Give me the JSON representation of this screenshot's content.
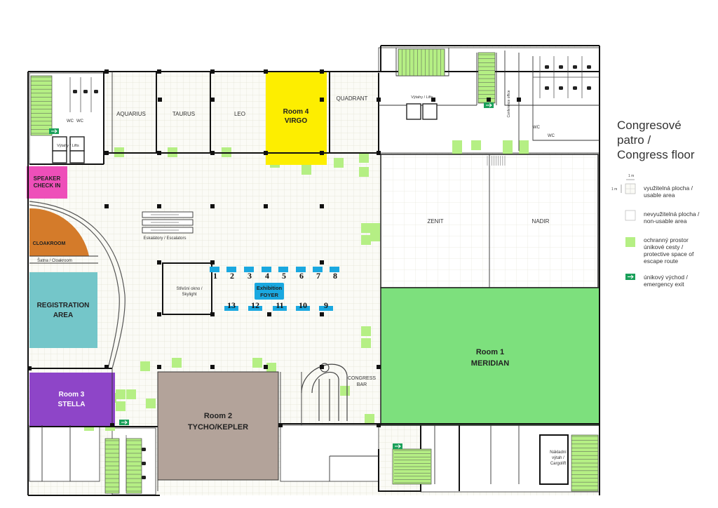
{
  "title": {
    "line1": "Congresové",
    "line2": "patro /",
    "line3": "Congress floor"
  },
  "legend": {
    "scale": "1 m",
    "items": [
      {
        "label1": "využitelná plocha /",
        "label2": "usable area"
      },
      {
        "label1": "nevyužitelná plocha /",
        "label2": "non-usable area"
      },
      {
        "label1": "ochranný prostor",
        "label2": "únikové cesty /",
        "label3": "protective space of",
        "label4": "escape route"
      },
      {
        "label1": "únikový východ /",
        "label2": "emergency exit"
      }
    ]
  },
  "colors": {
    "room4": "#fdee00",
    "room1": "#7de07d",
    "room2": "#b3a39a",
    "room3": "#8e45c8",
    "registration": "#74c6c9",
    "speaker": "#ee4fb9",
    "cloakroom": "#d47b2a",
    "booth": "#1aa8e0",
    "escape": "#b5ef84",
    "exit": "#1aa05a",
    "wall": "#111111",
    "grid": "#e4e4d8"
  },
  "rooms": {
    "aquarius": "AQUARIUS",
    "taurus": "TAURUS",
    "leo": "LEO",
    "quadrant": "QUADRANT",
    "room4_line1": "Room 4",
    "room4_line2": "VIRGO",
    "zenit": "ZENIT",
    "nadir": "NADIR",
    "room1_line1": "Room 1",
    "room1_line2": "MERIDIAN",
    "room2_line1": "Room 2",
    "room2_line2": "TYCHO/KEPLER",
    "room3_line1": "Room 3",
    "room3_line2": "STELLA",
    "registration_line1": "REGISTRATION",
    "registration_line2": "AREA",
    "speaker_line1": "SPEAKER",
    "speaker_line2": "CHECK IN",
    "cloakroom": "CLOAKROOM",
    "satna": "Šatna / Cloakroom",
    "escalators": "Eskalátory / Escalators",
    "skylight_line1": "Střešní okno /",
    "skylight_line2": "Skylight",
    "exhibition_line1": "Exhibition",
    "exhibition_line2": "FOYER",
    "congress_line1": "CONGRESS",
    "congress_line2": "BAR",
    "lifts_left": "Výtahy / Lifts",
    "lifts_right": "Výtahy / Lifts",
    "wc_left": "WC",
    "wc_left2": "WC",
    "wc_right": "WC",
    "wc_right2": "WC",
    "conference_office": "Conference office",
    "cargo_line1": "Nákladní",
    "cargo_line2": "výtah /",
    "cargo_line3": "Cargolift"
  },
  "booths_top": [
    "1",
    "2",
    "3",
    "4",
    "5",
    "6",
    "7",
    "8"
  ],
  "booths_bottom": [
    "13",
    "12",
    "11",
    "10",
    "9"
  ]
}
